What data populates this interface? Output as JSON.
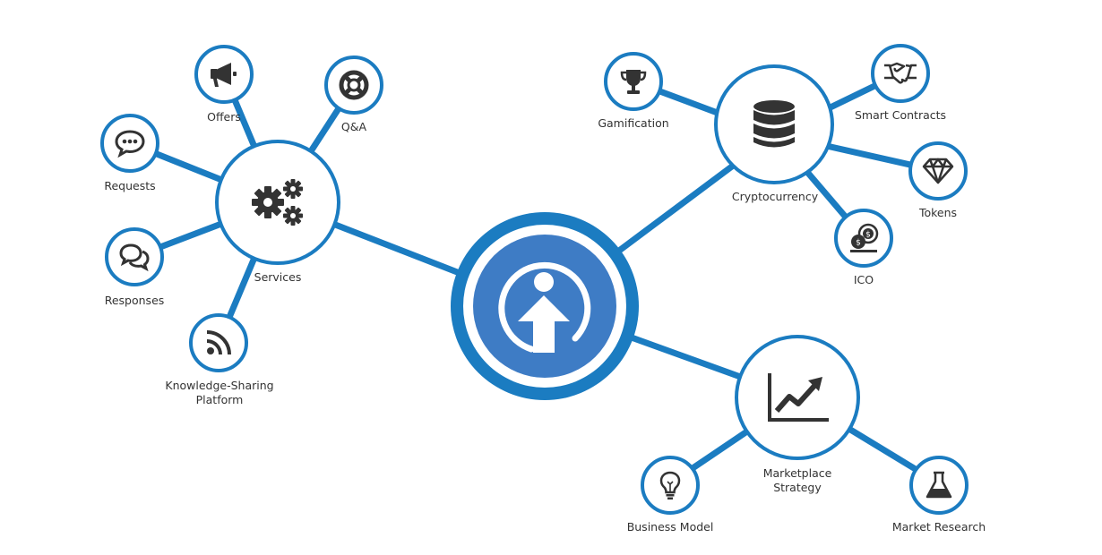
{
  "colors": {
    "accent": "#1b7cc1",
    "center_fill": "#3e7cc5",
    "icon": "#333333",
    "label": "#333333"
  },
  "center": {
    "icon": "up-arrow-logo-icon"
  },
  "hubs": [
    {
      "id": "services",
      "label": "Services",
      "icon": "gears-icon",
      "children": [
        {
          "id": "offers",
          "label": "Offers",
          "icon": "megaphone-icon"
        },
        {
          "id": "qa",
          "label": "Q&A",
          "icon": "lifebuoy-icon"
        },
        {
          "id": "requests",
          "label": "Requests",
          "icon": "chat-bubble-icon"
        },
        {
          "id": "responses",
          "label": "Responses",
          "icon": "chat-bubbles-icon"
        },
        {
          "id": "knowledge",
          "label_lines": [
            "Knowledge-Sharing",
            "Platform"
          ],
          "icon": "rss-icon"
        }
      ]
    },
    {
      "id": "crypto",
      "label": "Cryptocurrency",
      "icon": "database-icon",
      "children": [
        {
          "id": "gamification",
          "label": "Gamification",
          "icon": "trophy-icon"
        },
        {
          "id": "smart",
          "label": "Smart Contracts",
          "icon": "handshake-icon"
        },
        {
          "id": "tokens",
          "label": "Tokens",
          "icon": "diamond-icon"
        },
        {
          "id": "ico",
          "label": "ICO",
          "icon": "coins-icon"
        }
      ]
    },
    {
      "id": "market",
      "label_lines": [
        "Marketplace",
        "Strategy"
      ],
      "icon": "line-chart-icon",
      "children": [
        {
          "id": "business",
          "label": "Business Model",
          "icon": "lightbulb-icon"
        },
        {
          "id": "research",
          "label": "Market Research",
          "icon": "flask-icon"
        }
      ]
    }
  ]
}
